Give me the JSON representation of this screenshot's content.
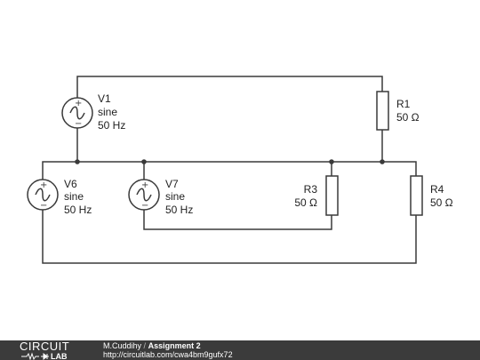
{
  "components": {
    "V1": {
      "name": "V1",
      "type": "sine",
      "freq": "50 Hz"
    },
    "V6": {
      "name": "V6",
      "type": "sine",
      "freq": "50 Hz"
    },
    "V7": {
      "name": "V7",
      "type": "sine",
      "freq": "50 Hz"
    },
    "R1": {
      "name": "R1",
      "value": "50 Ω"
    },
    "R3": {
      "name": "R3",
      "value": "50 Ω"
    },
    "R4": {
      "name": "R4",
      "value": "50 Ω"
    }
  },
  "footer": {
    "logo_top": "CIRCUIT",
    "logo_bottom": "LAB",
    "author": "M.Cuddihy",
    "separator": "/",
    "title": "Assignment 2",
    "url": "http://circuitlab.com/cwa4bm9gufx72"
  }
}
